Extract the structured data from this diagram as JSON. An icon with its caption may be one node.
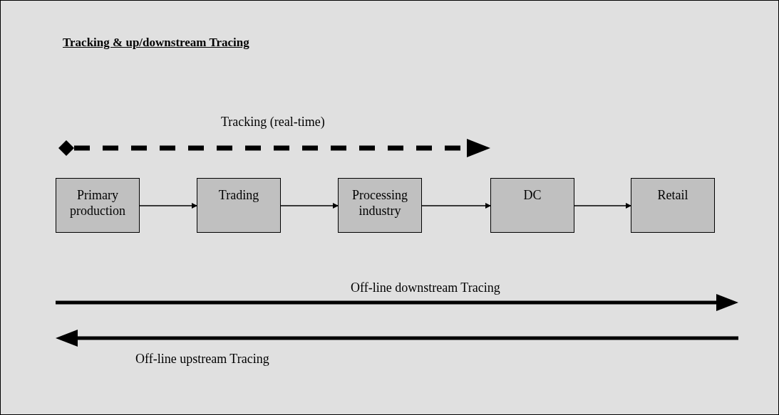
{
  "diagram": {
    "title": "Tracking & up/downstream Tracing",
    "nodes": [
      {
        "text": [
          "Primary production"
        ]
      },
      {
        "text": [
          "Trading"
        ]
      },
      {
        "text": [
          "Processing industry"
        ]
      },
      {
        "text": [
          "DC"
        ]
      },
      {
        "text": [
          "Retail"
        ]
      }
    ],
    "edges": [
      {
        "from": 0,
        "to": 1,
        "arrow": "to"
      },
      {
        "from": 1,
        "to": 2,
        "arrow": "to"
      },
      {
        "from": 2,
        "to": 3,
        "arrow": "to"
      },
      {
        "from": 3,
        "to": 4,
        "arrow": "to"
      }
    ],
    "labels": [
      "Tracking (real-time)",
      "Off-line downstream Tracing",
      "Off-line upstream Tracing"
    ]
  }
}
